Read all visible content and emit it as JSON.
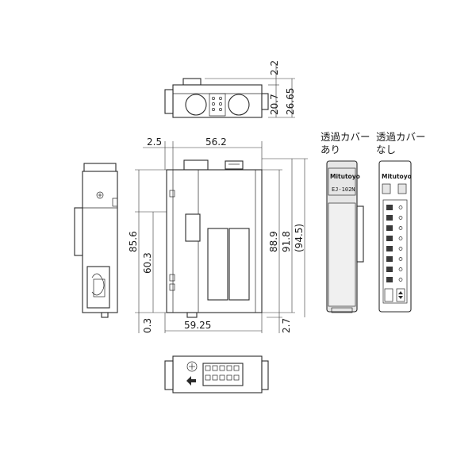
{
  "dimensions": {
    "top_22": "2.2",
    "top_207": "20.7",
    "top_2665": "26.65",
    "left_25": "2.5",
    "width_562": "56.2",
    "h_856": "85.6",
    "h_603": "60.3",
    "off_03": "0.3",
    "width_5925": "59.25",
    "h_889": "88.9",
    "h_918": "91.8",
    "h_945": "(94.5)",
    "off_27": "2.7"
  },
  "labels": {
    "with_cover_line1": "透過カバー",
    "with_cover_line2": "あり",
    "without_cover_line1": "透過カバー",
    "without_cover_line2": "なし"
  },
  "device": {
    "brand": "Mitutoyo",
    "model": "EJ-102N"
  },
  "colors": {
    "line": "#2a2a2a",
    "shade": "#e6e6e6",
    "panel": "#f0f0f0",
    "dark": "#3a3a3a"
  }
}
